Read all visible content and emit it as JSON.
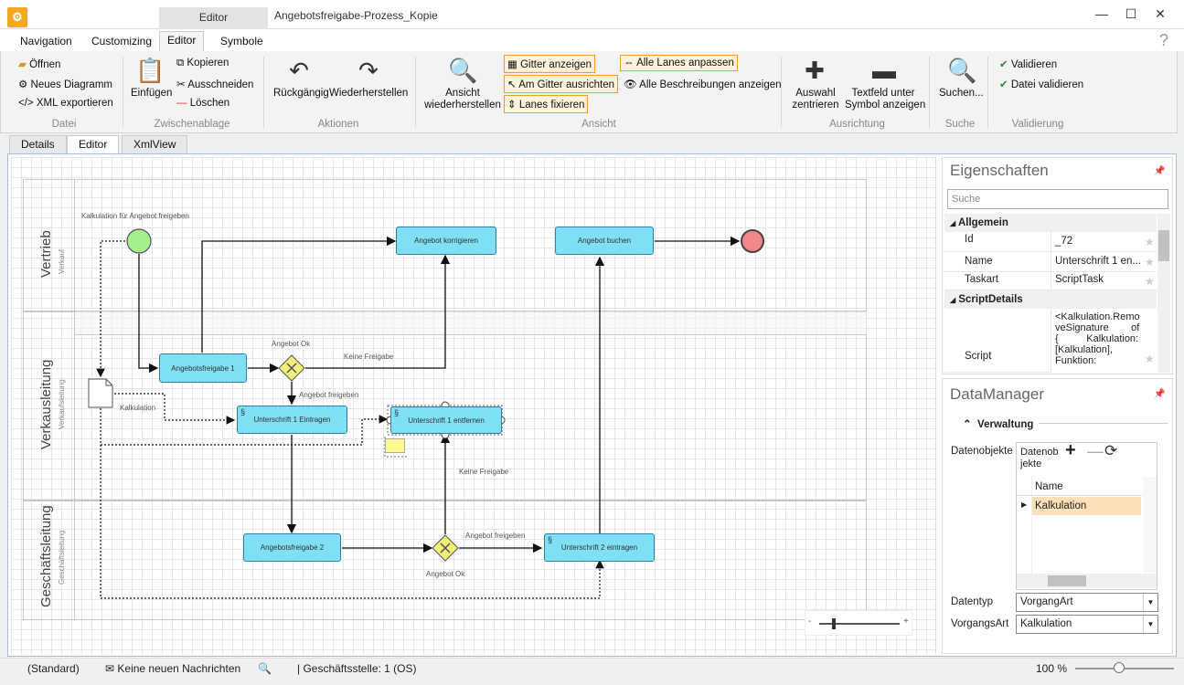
{
  "window": {
    "context_tab": "Editor",
    "title": "Angebotsfreigabe-Prozess_Kopie",
    "help": "?"
  },
  "menu": {
    "tabs": [
      "Navigation",
      "Customizing",
      "Editor",
      "Symbole"
    ]
  },
  "ribbon": {
    "datei": {
      "open": "Öffnen",
      "new_diagram": "Neues Diagramm",
      "xml_export": "</> XML exportieren",
      "label": "Datei"
    },
    "clipboard": {
      "paste": "Einfügen",
      "copy": "Kopieren",
      "cut": "Ausschneiden",
      "delete": "Löschen",
      "label": "Zwischenablage"
    },
    "actions": {
      "undo": "Rückgängig",
      "redo": "Wiederherstellen",
      "label": "Aktionen"
    },
    "view": {
      "restore_line1": "Ansicht",
      "restore_line2": "wiederherstellen",
      "grid": "Gitter anzeigen",
      "snap": "Am Gitter ausrichten",
      "lanes_fix": "Lanes fixieren",
      "lanes_fit": "Alle Lanes anpassen",
      "show_desc": "Alle Beschreibungen anzeigen",
      "label": "Ansicht"
    },
    "alignment": {
      "center_line1": "Auswahl",
      "center_line2": "zentrieren",
      "textfield_line1": "Textfeld unter",
      "textfield_line2": "Symbol anzeigen",
      "label": "Ausrichtung"
    },
    "search": {
      "btn": "Suchen...",
      "label": "Suche"
    },
    "validation": {
      "validate": "Validieren",
      "validate_file": "Datei validieren",
      "label": "Validierung"
    }
  },
  "doc_tabs": [
    "Details",
    "Editor",
    "XmlView"
  ],
  "diagram": {
    "lanes": [
      {
        "title": "Vertrieb",
        "sub": "Verkauf"
      },
      {
        "title": "Verkausleitung",
        "sub": "Verkaufsleitung"
      },
      {
        "title": "Geschäftsleitung",
        "sub": "Geschäftsleitung"
      }
    ],
    "tasks": {
      "korrigieren": "Angebot korrigieren",
      "buchen": "Angebot buchen",
      "freigabe1": "Angebotsfreigabe 1",
      "u1_eintragen": "Unterschrift 1 Eintragen",
      "u1_entfernen": "Unterschrift 1 entfernen",
      "freigabe2": "Angebotsfreigabe 2",
      "u2_eintragen": "Unterschrift 2 eintragen"
    },
    "labels": {
      "start": "Kalkulation für Angebot freigeben",
      "gw1": "Angebot Ok",
      "keine1": "Keine Freigabe",
      "freigeben1": "Angebot freigeben",
      "kalk": "Kalkulation",
      "keine2": "Keine Freigabe",
      "freigeben2": "Angebot freigeben",
      "gw2": "Angebot Ok"
    }
  },
  "properties": {
    "title": "Eigenschaften",
    "search_placeholder": "Suche",
    "group_general": "Allgemein",
    "rows": [
      {
        "key": "Id",
        "value": "_72"
      },
      {
        "key": "Name",
        "value": "Unterschrift 1 en..."
      },
      {
        "key": "Taskart",
        "value": "ScriptTask"
      }
    ],
    "group_script": "ScriptDetails",
    "script_key": "Script",
    "script_lines": [
      "<Kalkulation.Remo",
      "veSignature        of",
      "{          Kalkulation:",
      "[Kalkulation],",
      "Funktion:"
    ]
  },
  "datamanager": {
    "title": "DataManager",
    "section": "Verwaltung",
    "dataobjects_label": "Datenobjekte",
    "list_header_line1": "Datenob",
    "list_header_line2": "jekte",
    "grid_column": "Name",
    "grid_rows": [
      "Kalkulation"
    ],
    "datatype_label": "Datentyp",
    "datatype_value": "VorgangArt",
    "kind_label": "VorgangsArt",
    "kind_value": "Kalkulation"
  },
  "statusbar": {
    "standard": "(Standard)",
    "messages": "Keine neuen Nachrichten",
    "branch": "| Geschäftsstelle:  1 (OS)",
    "zoom": "100 %"
  },
  "zoom_slider": {
    "minus": "-",
    "plus": "+"
  }
}
